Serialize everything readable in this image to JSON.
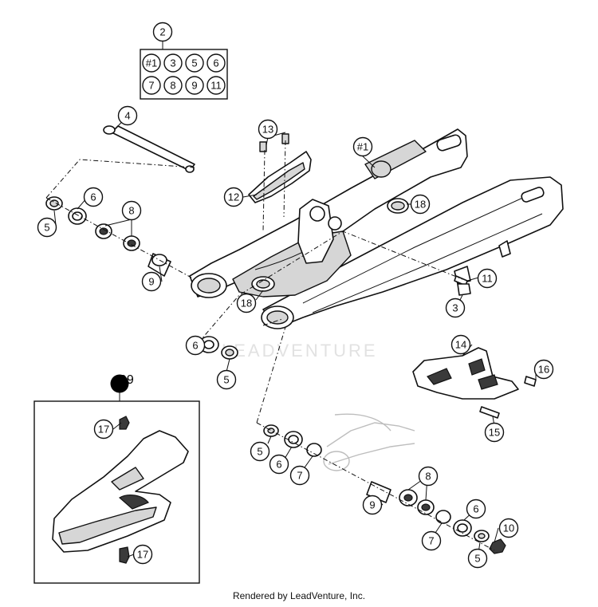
{
  "diagram": {
    "kit_header": "2",
    "kit_items": [
      "#1",
      "3",
      "5",
      "6",
      "7",
      "8",
      "9",
      "11"
    ],
    "inset_header": "99",
    "callouts": [
      {
        "id": "c4",
        "label": "4"
      },
      {
        "id": "c13",
        "label": "13"
      },
      {
        "id": "c1",
        "label": "#1"
      },
      {
        "id": "c12",
        "label": "12"
      },
      {
        "id": "c18a",
        "label": "18"
      },
      {
        "id": "c6a",
        "label": "6"
      },
      {
        "id": "c8a",
        "label": "8"
      },
      {
        "id": "c5a",
        "label": "5"
      },
      {
        "id": "c9a",
        "label": "9"
      },
      {
        "id": "c11",
        "label": "11"
      },
      {
        "id": "c18b",
        "label": "18"
      },
      {
        "id": "c3",
        "label": "3"
      },
      {
        "id": "c6b",
        "label": "6"
      },
      {
        "id": "c5b",
        "label": "5"
      },
      {
        "id": "c14",
        "label": "14"
      },
      {
        "id": "c16",
        "label": "16"
      },
      {
        "id": "c15",
        "label": "15"
      },
      {
        "id": "c17a",
        "label": "17"
      },
      {
        "id": "c17b",
        "label": "17"
      },
      {
        "id": "c5c",
        "label": "5"
      },
      {
        "id": "c6c",
        "label": "6"
      },
      {
        "id": "c7a",
        "label": "7"
      },
      {
        "id": "c8b",
        "label": "8"
      },
      {
        "id": "c9b",
        "label": "9"
      },
      {
        "id": "c6d",
        "label": "6"
      },
      {
        "id": "c7b",
        "label": "7"
      },
      {
        "id": "c10",
        "label": "10"
      },
      {
        "id": "c5d",
        "label": "5"
      }
    ],
    "watermark": "LEADVENTURE"
  },
  "footer": {
    "text": "Rendered by LeadVenture, Inc."
  }
}
